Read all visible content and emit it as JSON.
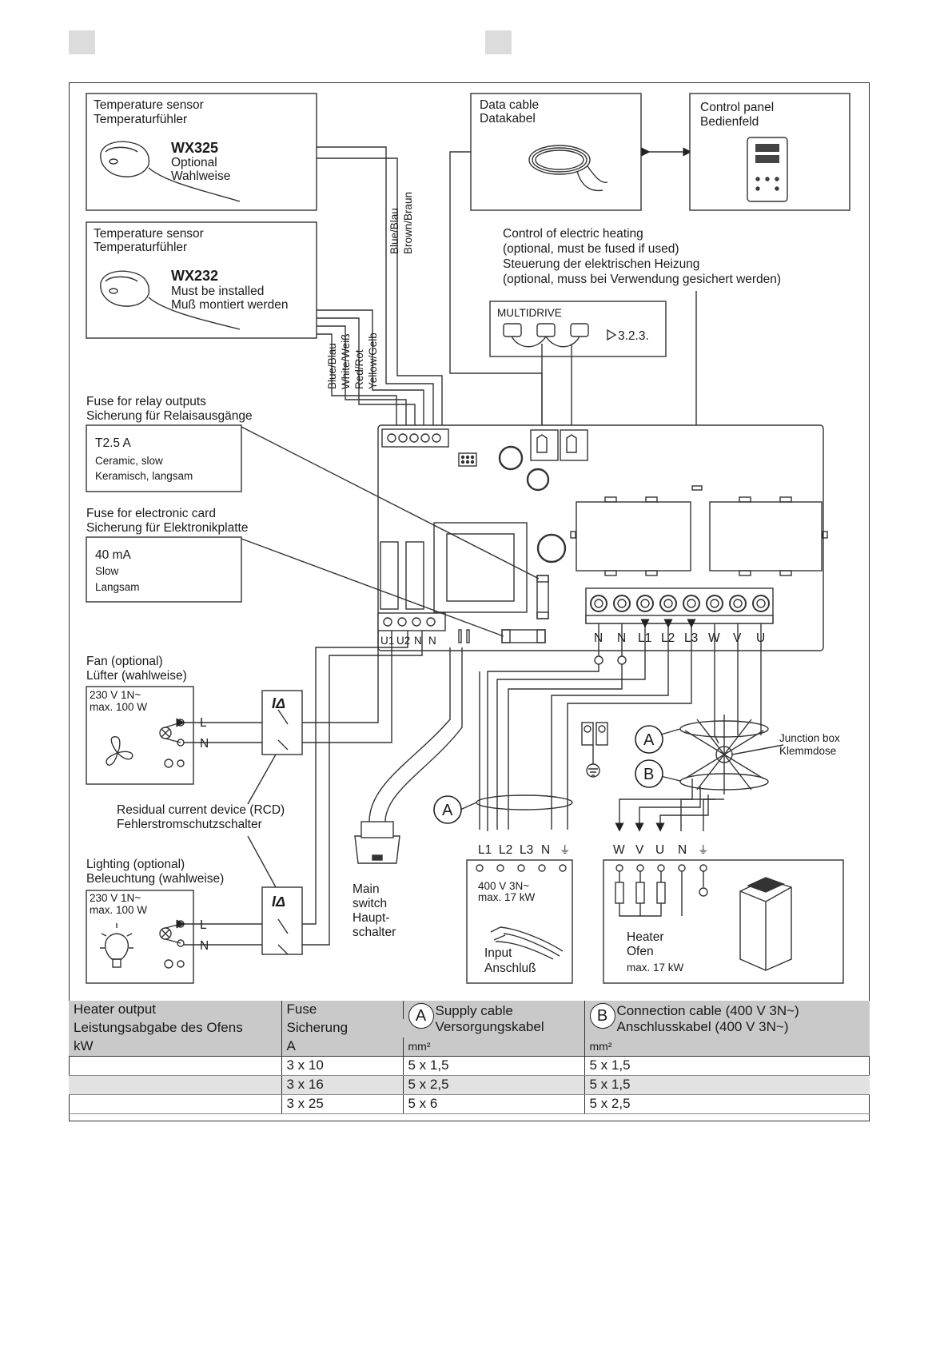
{
  "sensor1": {
    "title1": "Temperature sensor",
    "title2": "Temperaturfühler",
    "model": "WX325",
    "note1": "Optional",
    "note2": "Wahlweise"
  },
  "sensor2": {
    "title1": "Temperature sensor",
    "title2": "Temperaturfühler",
    "model": "WX232",
    "note1": "Must be installed",
    "note2": "Muß montiert werden"
  },
  "data_cable": {
    "line1": "Data cable",
    "line2": "Datakabel"
  },
  "control_panel": {
    "line1": "Control panel",
    "line2": "Bedienfeld"
  },
  "wire_colors_top": {
    "blue": "Blue/Blau",
    "brown": "Brown/Braun"
  },
  "wire_colors_sensor": {
    "blue": "Blue/Blau",
    "white": "White/Weiß",
    "red": "Red/Rot",
    "yellow": "Yellow/Gelb"
  },
  "heating_control": {
    "line1": "Control of electric heating",
    "line2": "(optional, must be fused if used)",
    "line3": "Steuerung der elektrischen Heizung",
    "line4": "(optional, muss bei Verwendung gesichert werden)"
  },
  "multidrive": {
    "label": "MULTIDRIVE",
    "ref": "3.2.3."
  },
  "fuse_relay": {
    "title1": "Fuse for relay outputs",
    "title2": "Sicherung für Relaisausgänge",
    "rating": "T2.5 A",
    "type1": "Ceramic, slow",
    "type2": "Keramisch, langsam"
  },
  "fuse_card": {
    "title1": "Fuse for electronic card",
    "title2": "Sicherung für Elektronikplatte",
    "rating": "40 mA",
    "type1": "Slow",
    "type2": "Langsam"
  },
  "board_terminals_left": [
    "U1",
    "U2",
    "N",
    "N"
  ],
  "board_terminals_right": [
    "N",
    "N",
    "L1",
    "L2",
    "L3",
    "W",
    "V",
    "U"
  ],
  "fan": {
    "title1": "Fan (optional)",
    "title2": "Lüfter (wahlweise)",
    "spec1": "230 V 1N~",
    "spec2": "max. 100 W",
    "L": "L",
    "N": "N"
  },
  "rcd": {
    "line1": "Residual current device (RCD)",
    "line2": "Fehlerstromschutzschalter",
    "symbol": "IΔ"
  },
  "lighting": {
    "title1": "Lighting (optional)",
    "title2": "Beleuchtung (wahlweise)",
    "spec1": "230 V 1N~",
    "spec2": "max. 100 W",
    "L": "L",
    "N": "N"
  },
  "main_switch": {
    "line1": "Main",
    "line2": "switch",
    "line3": "Haupt-",
    "line4": "schalter"
  },
  "junction_box": {
    "line1": "Junction box",
    "line2": "Klemmdose"
  },
  "cable_markers": {
    "a": "A",
    "b": "B"
  },
  "input": {
    "terminals": [
      "L1",
      "L2",
      "L3",
      "N",
      "⏚"
    ],
    "spec1": "400 V 3N~",
    "spec2": "max. 17 kW",
    "label1": "Input",
    "label2": "Anschluß"
  },
  "heater": {
    "terminals": [
      "W",
      "V",
      "U",
      "N",
      "⏚"
    ],
    "label1": "Heater",
    "label2": "Ofen",
    "spec": "max. 17 kW"
  },
  "table": {
    "col1": {
      "h1": "Heater output",
      "h2": "Leistungsabgabe des Ofens",
      "unit": "kW"
    },
    "col2": {
      "h1": "Fuse",
      "h2": "Sicherung",
      "unit": "A"
    },
    "col3": {
      "marker": "A",
      "h1": "Supply cable",
      "h2": "Versorgungskabel",
      "unit": "mm²"
    },
    "col4": {
      "marker": "B",
      "h1": "Connection cable (400 V 3N~)",
      "h2": "Anschlusskabel (400 V 3N~)",
      "unit": "mm²"
    },
    "rows": [
      [
        "",
        "3 x 10",
        "5 x 1,5",
        "5 x 1,5"
      ],
      [
        "",
        "3 x 16",
        "5 x 2,5",
        "5 x 1,5"
      ],
      [
        "",
        "3 x 25",
        "5 x 6",
        "5 x 2,5"
      ]
    ]
  }
}
